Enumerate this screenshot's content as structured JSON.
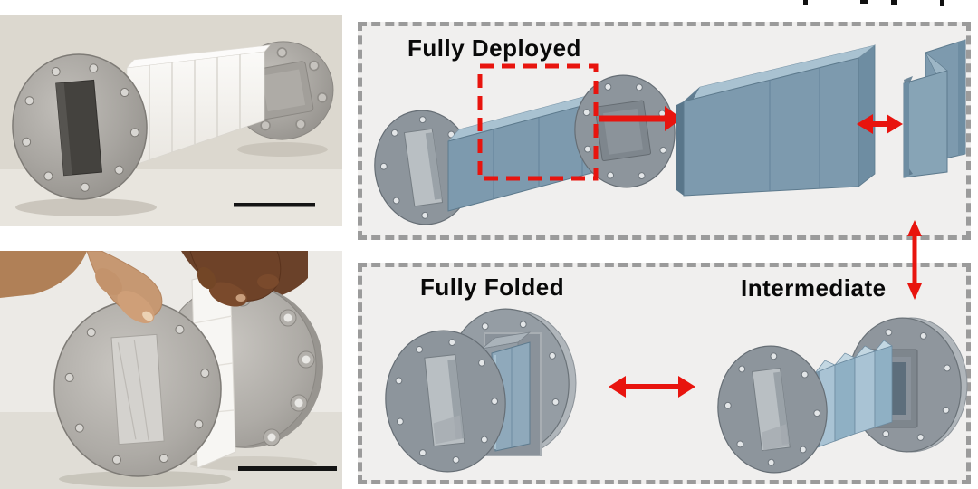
{
  "panels": {
    "deployed": {
      "label": "Fully Deployed"
    },
    "folded": {
      "label": "Fully Folded"
    },
    "intermediate": {
      "label": "Intermediate"
    }
  },
  "colors": {
    "accent_red": "#e8140e",
    "panel_bg": "#f0efee",
    "panel_border": "#9b9b9b",
    "cad_front": "#7d9aae",
    "cad_top": "#a9c2d1",
    "cad_side": "#6e8da2",
    "cad_dark": "#59768a",
    "flange_gray": "#8d959c",
    "aperture": "#b9bfc3"
  }
}
